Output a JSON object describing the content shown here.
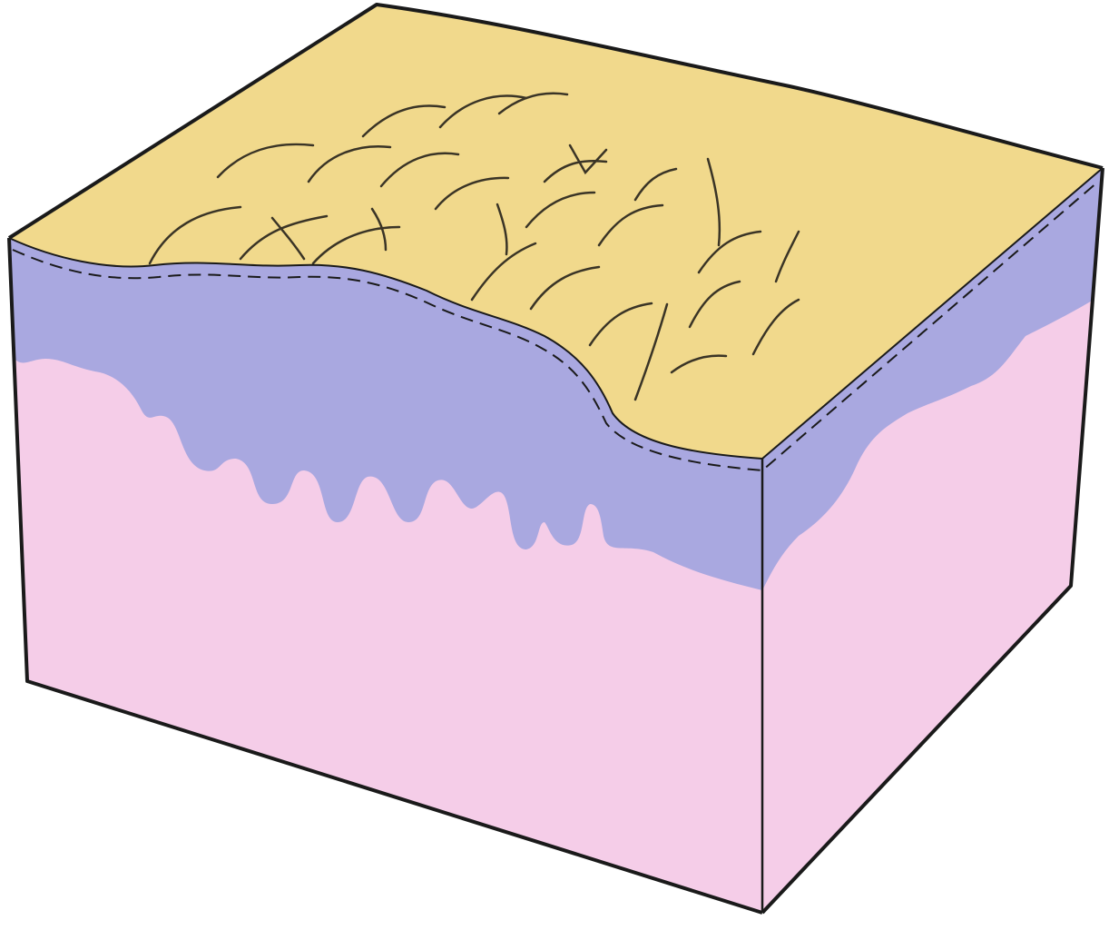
{
  "figure": {
    "subject": "skin-tissue-block",
    "labels": []
  },
  "colors": {
    "background": "#ffffff",
    "surface_top": "#F1D98C",
    "epidermis_layer": "#A9A8E0",
    "dermis_layer": "#F5CDE8",
    "outline": "#1a1a1a",
    "hair_stroke": "#3a3426"
  },
  "layers": [
    {
      "name": "surface",
      "color_key": "surface_top"
    },
    {
      "name": "epidermis",
      "color_key": "epidermis_layer"
    },
    {
      "name": "dermis",
      "color_key": "dermis_layer"
    }
  ]
}
